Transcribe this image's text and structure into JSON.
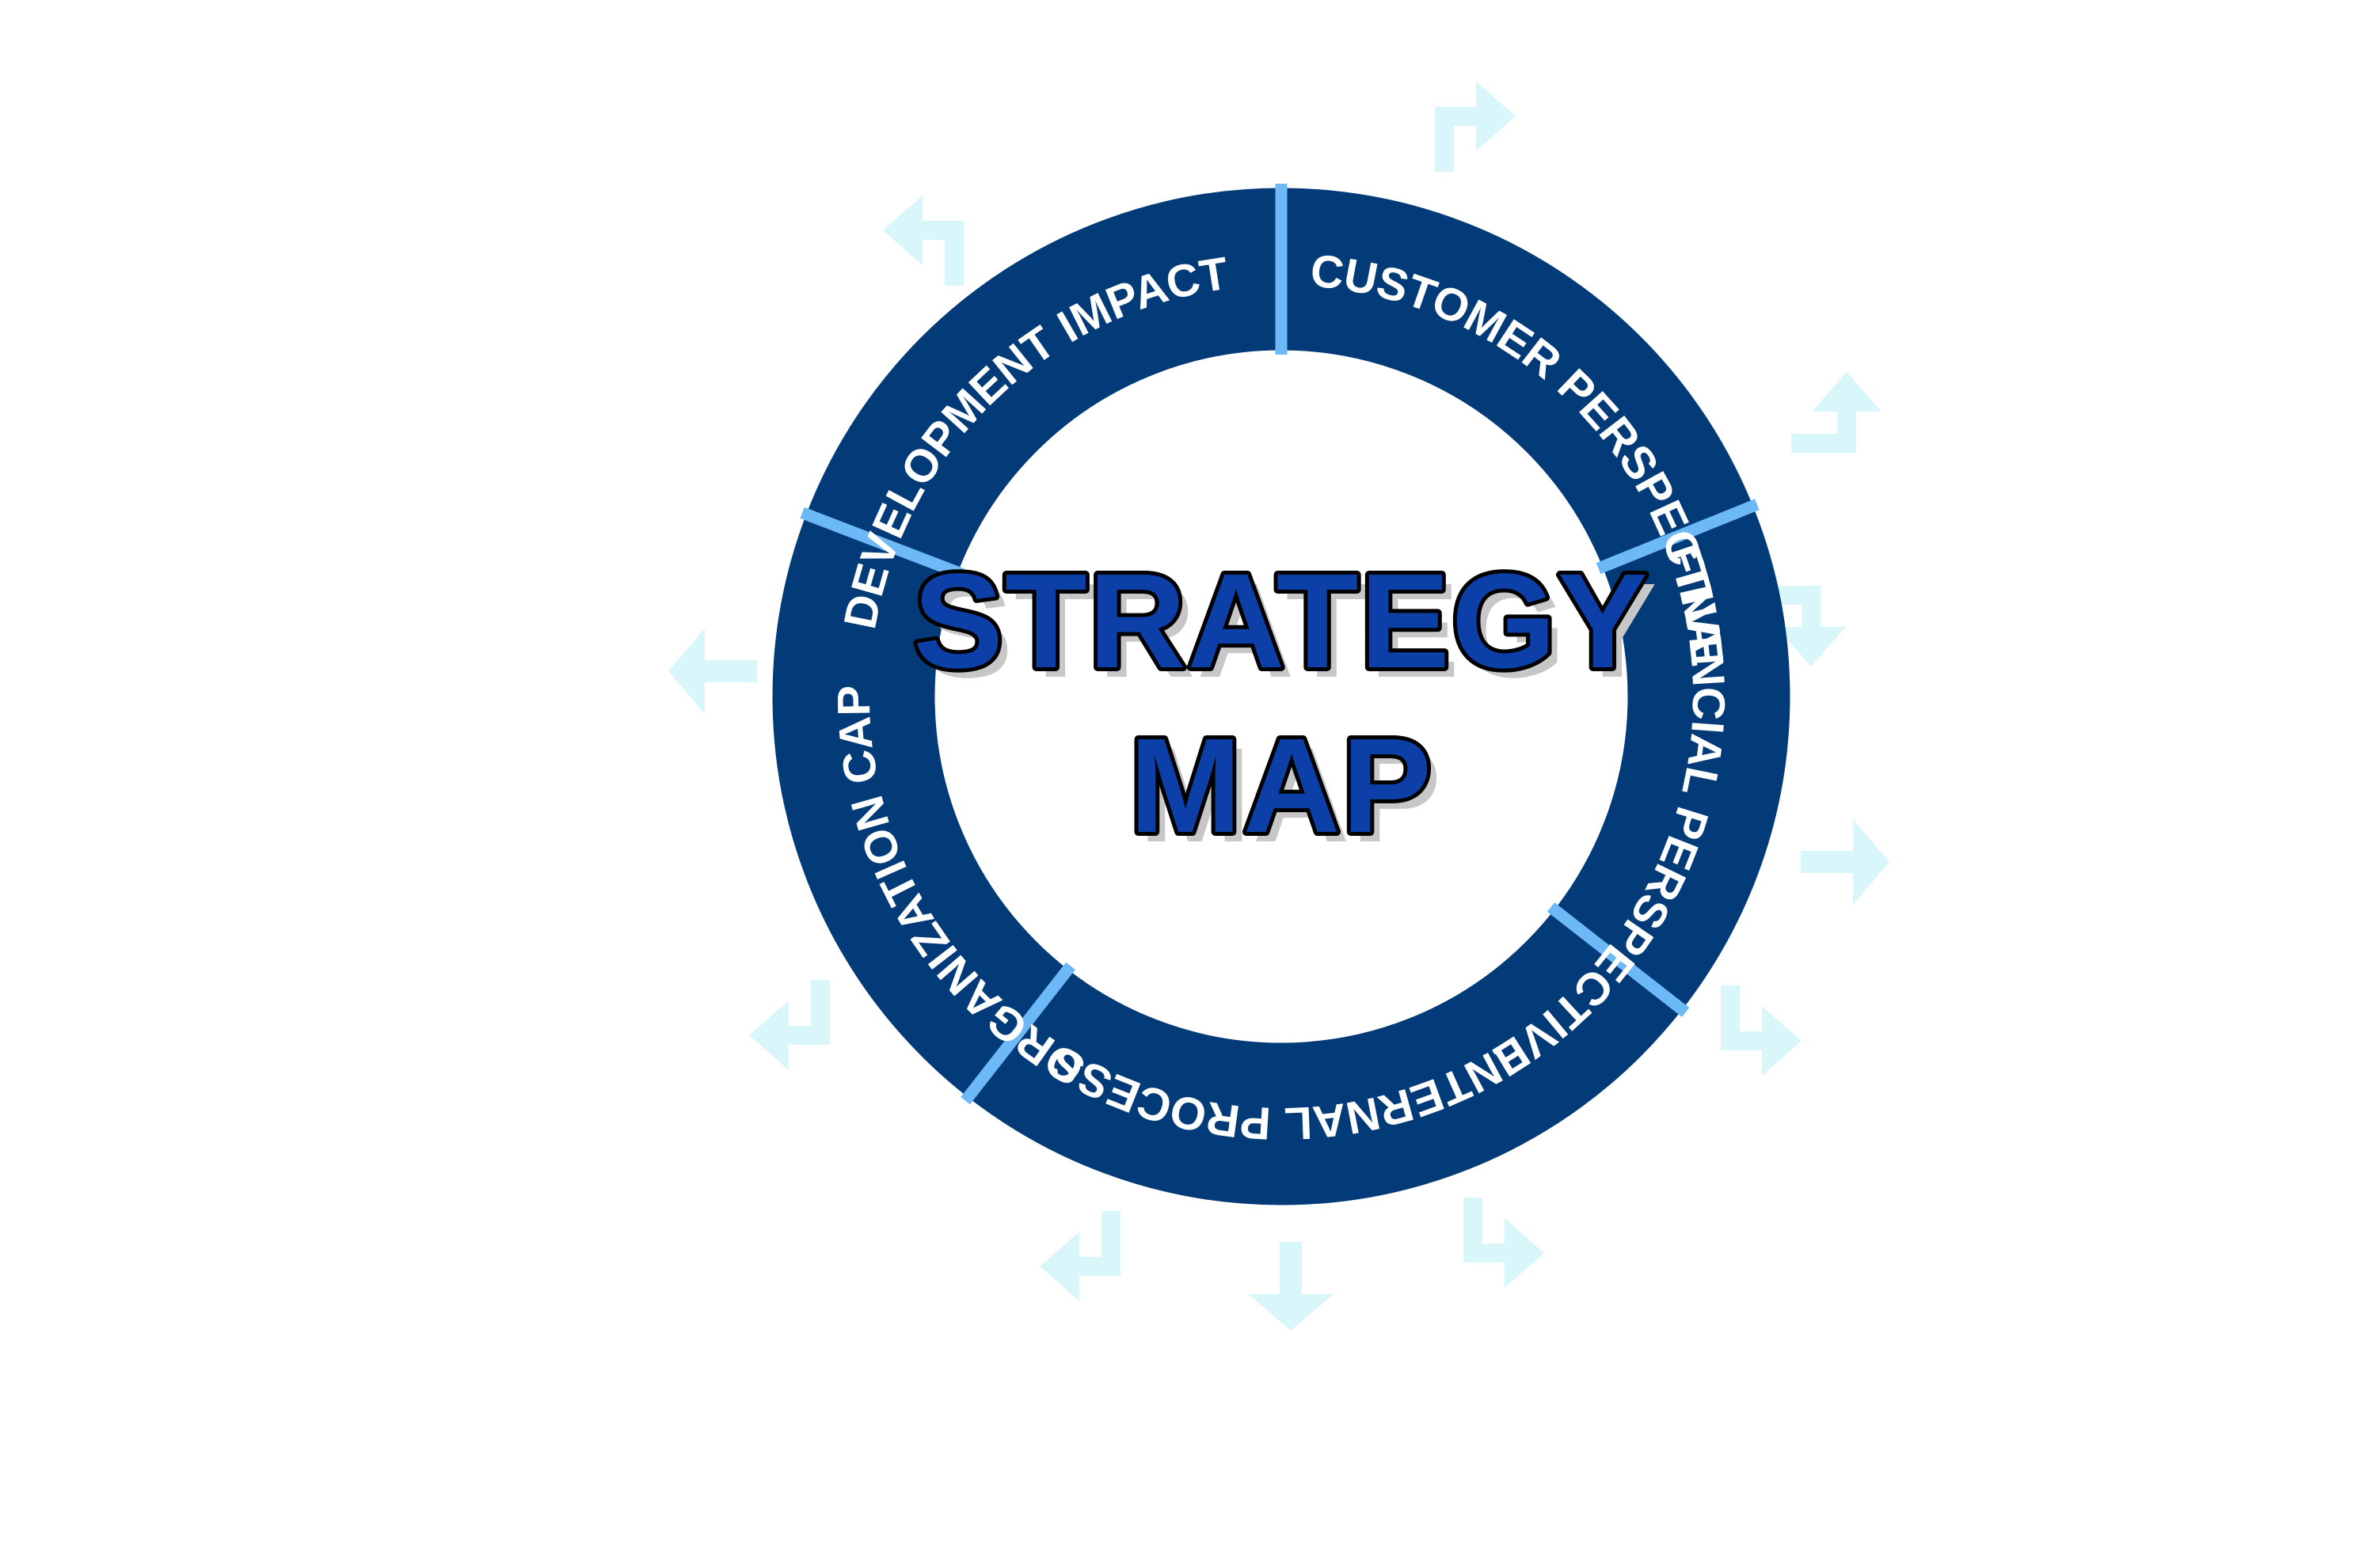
{
  "title": {
    "line1": "STRATEGY",
    "line2": "MAP"
  },
  "segments": [
    {
      "name": "segment-customer-perspective",
      "label": "CUSTOMER PERSPECTIVE"
    },
    {
      "name": "segment-financial-perspective",
      "label": "FINANCIAL PERSPECTIVE"
    },
    {
      "name": "segment-internal-process",
      "label": "INTERNAL PROCESS"
    },
    {
      "name": "segment-organization-capacity",
      "label": "ORGANIZATION CAPACITY"
    },
    {
      "name": "segment-development-impact",
      "label": "DEVELOPMENT IMPACT"
    }
  ],
  "colors": {
    "ring": "#033b78",
    "separator": "#6db8f7",
    "arrow": "#d9f6fa",
    "title_fill": "#0d3fa8",
    "title_outline": "#000000",
    "title_shadow": "#c7c7c7",
    "label": "#ffffff"
  },
  "icons": [
    "corner-up-right-arrow-icon",
    "corner-up-left-arrow-icon",
    "left-arrow-icon",
    "corner-down-left-arrow-icon",
    "down-arrow-icon",
    "corner-down-right-arrow-icon",
    "right-arrow-icon"
  ]
}
